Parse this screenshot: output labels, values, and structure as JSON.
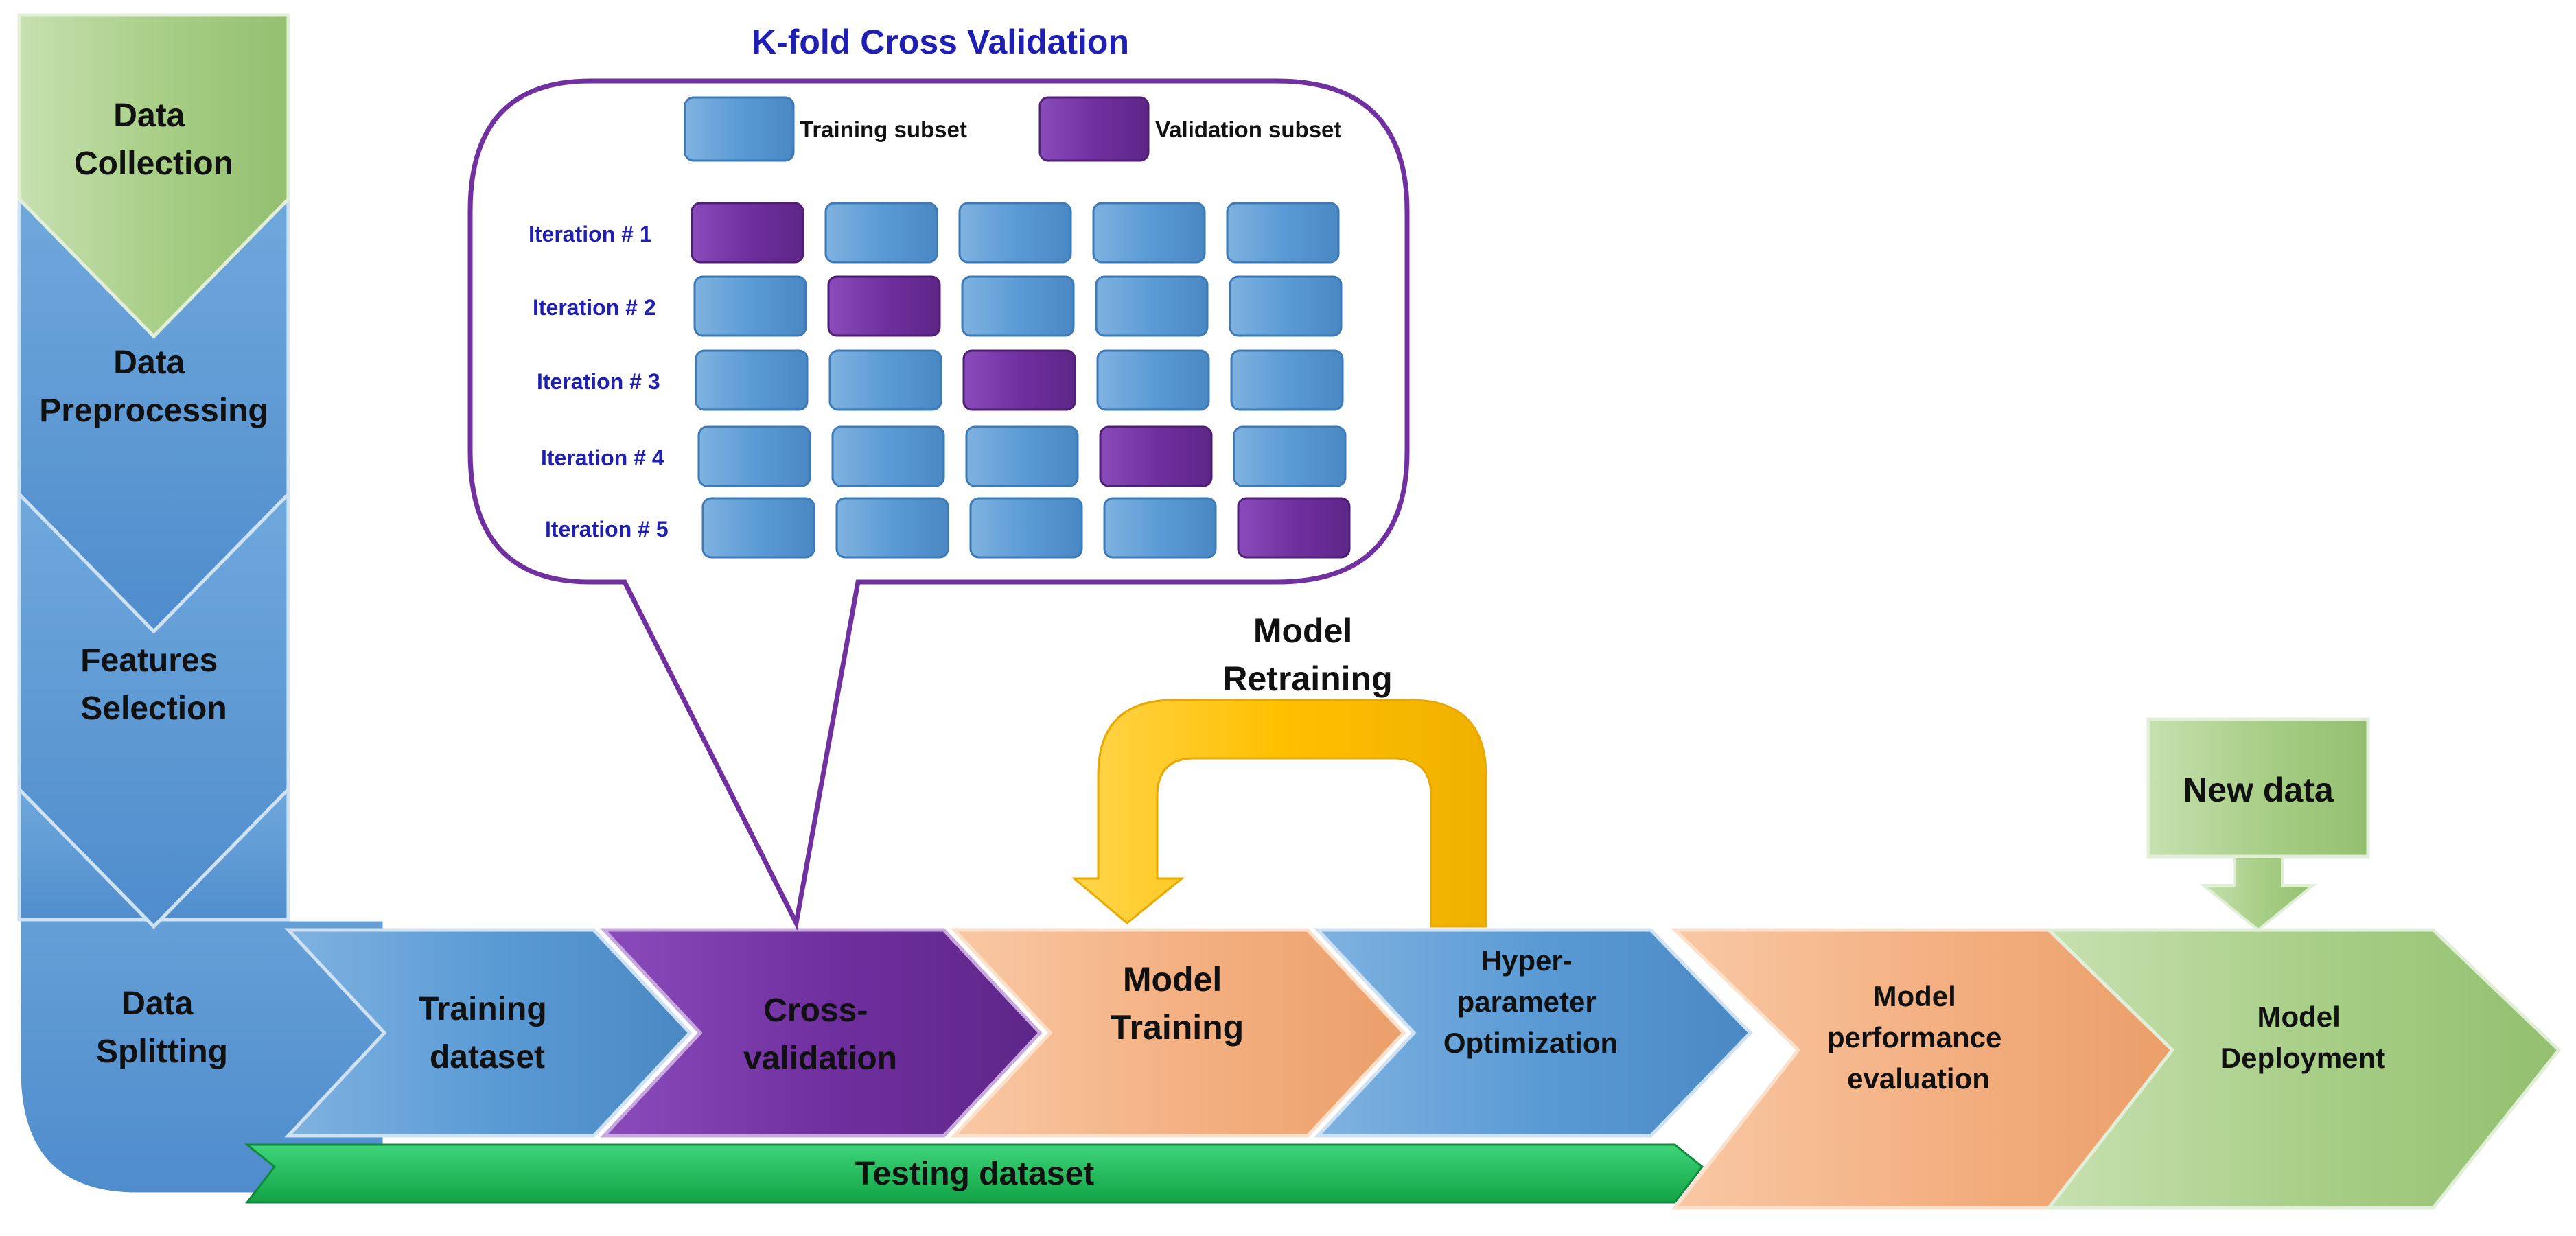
{
  "colors": {
    "blue": "#5b9bd5",
    "blue_dark": "#3d7ab8",
    "green_light": "#b5d39a",
    "green_dark": "#93bf6f",
    "purple": "#7030a0",
    "orange": "#f4b183",
    "yellow": "#ffc000",
    "bright_green": "#1db954",
    "title_blue": "#1f1fb4",
    "callout_border": "#7030a0"
  },
  "kfold": {
    "title": "K-fold Cross Validation",
    "legend": {
      "training": "Training subset",
      "validation": "Validation subset"
    },
    "iterations": [
      {
        "label": "Iteration # 1",
        "validation_fold": 1
      },
      {
        "label": "Iteration # 2",
        "validation_fold": 2
      },
      {
        "label": "Iteration # 3",
        "validation_fold": 3
      },
      {
        "label": "Iteration # 4",
        "validation_fold": 4
      },
      {
        "label": "Iteration # 5",
        "validation_fold": 5
      }
    ]
  },
  "pipeline": {
    "data_collection": [
      "Data",
      "Collection"
    ],
    "data_preprocessing": [
      "Data",
      "Preprocessing"
    ],
    "features_selection": [
      "Features",
      "Selection"
    ],
    "data_splitting": [
      "Data",
      "Splitting"
    ],
    "training_dataset": [
      "Training",
      "dataset"
    ],
    "cross_validation": [
      "Cross-",
      "validation"
    ],
    "model_training": [
      "Model",
      "Training"
    ],
    "hyperparameter": [
      "Hyper-",
      "parameter",
      "Optimization"
    ],
    "model_performance": [
      "Model",
      "performance",
      "evaluation"
    ],
    "model_deployment": [
      "Model",
      "Deployment"
    ],
    "testing_dataset": "Testing dataset",
    "new_data": "New data",
    "model_retraining": [
      "Model",
      "Retraining"
    ]
  }
}
